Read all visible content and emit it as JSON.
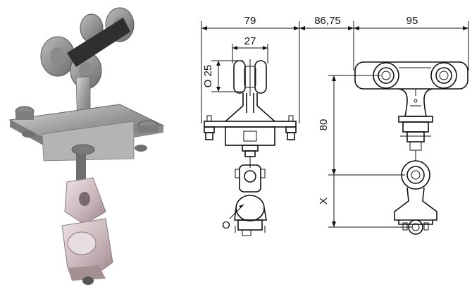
{
  "dimensions": {
    "overall_width": "79",
    "offset": "86,75",
    "right_width": "95",
    "wheel_spacing": "27",
    "wheel_diameter": "O 25",
    "height": "80",
    "variable": "X",
    "clamp_diameter": "O"
  },
  "colors": {
    "photo_body": "#8f8f8f",
    "photo_dark": "#2f2f2f",
    "photo_clamp": "#c9b8bb",
    "line": "#111111"
  }
}
